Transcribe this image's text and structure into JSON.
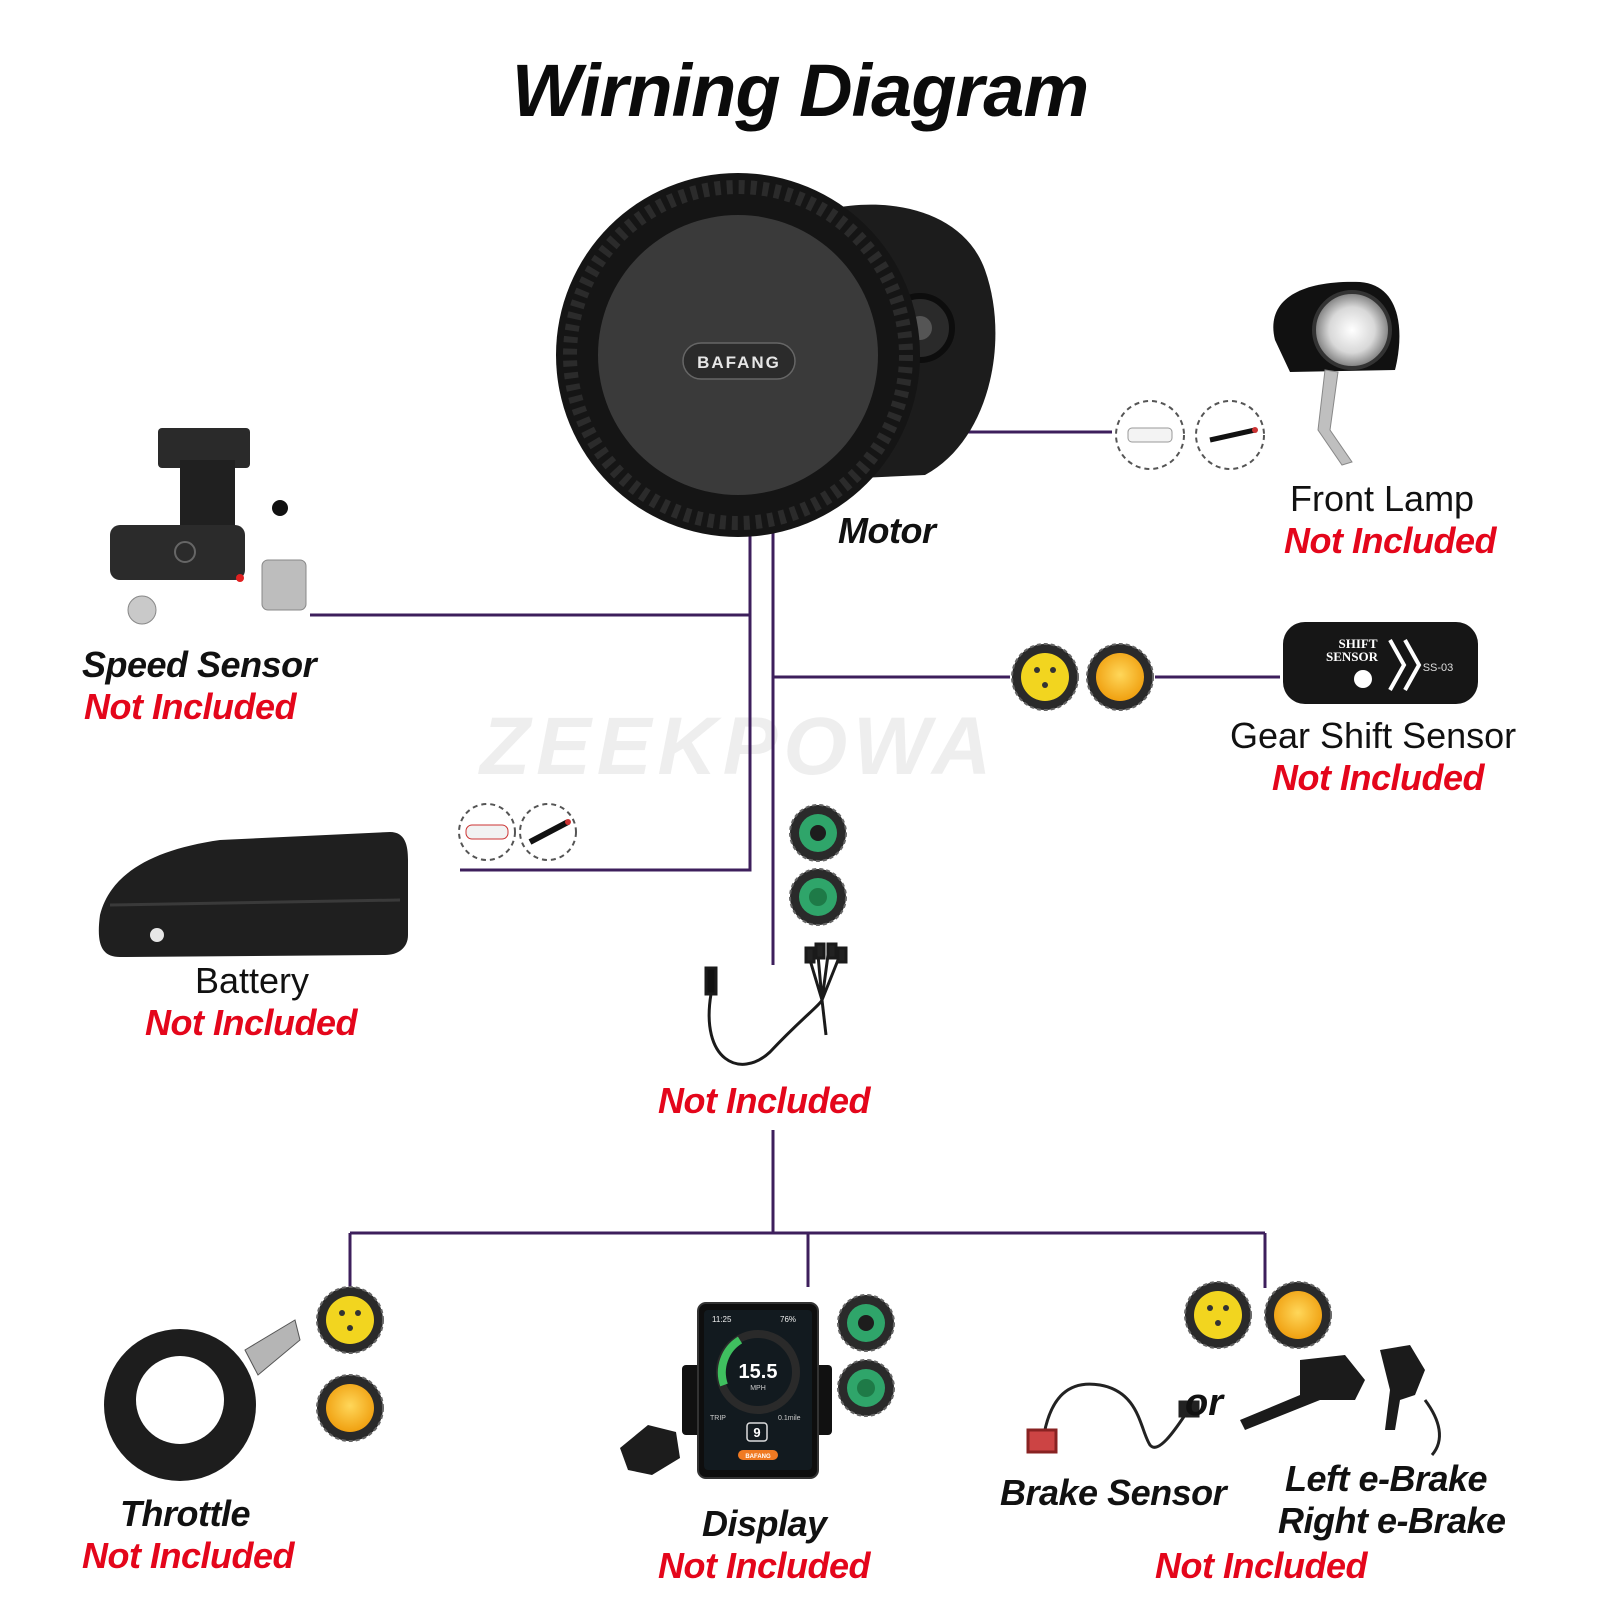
{
  "title": "Wirning Diagram",
  "watermark": "ZEEKPOWA",
  "motor": {
    "label": "Motor",
    "brand": "BAFANG"
  },
  "front_lamp": {
    "label": "Front Lamp",
    "status": "Not Included"
  },
  "speed_sensor": {
    "label": "Speed Sensor",
    "status": "Not Included"
  },
  "gear_shift_sensor": {
    "label": "Gear Shift Sensor",
    "status": "Not Included",
    "device_text": [
      "SHIFT",
      "SENSOR",
      "SS-03"
    ]
  },
  "battery": {
    "label": "Battery",
    "status": "Not Included"
  },
  "cable": {
    "status": "Not Included"
  },
  "throttle": {
    "label": "Throttle",
    "status": "Not Included"
  },
  "display": {
    "label": "Display",
    "status": "Not Included",
    "screen": {
      "time": "11:25",
      "battery": "76%",
      "speed": "15.5",
      "unit": "MPH",
      "trip_label": "TRIP",
      "trip_value": "0.1mile",
      "level": "9",
      "brand": "BAFANG"
    }
  },
  "brake": {
    "sensor_label": "Brake Sensor",
    "or_text": "or",
    "ebrake_left": "Left e-Brake",
    "ebrake_right": "Right e-Brake",
    "status": "Not Included"
  },
  "colors": {
    "wire": "#3d1f5c",
    "not_included": "#e4061b",
    "connector_yellow": "#f2d51f",
    "connector_orange": "#f7b21b",
    "connector_green": "#2fa56a"
  }
}
